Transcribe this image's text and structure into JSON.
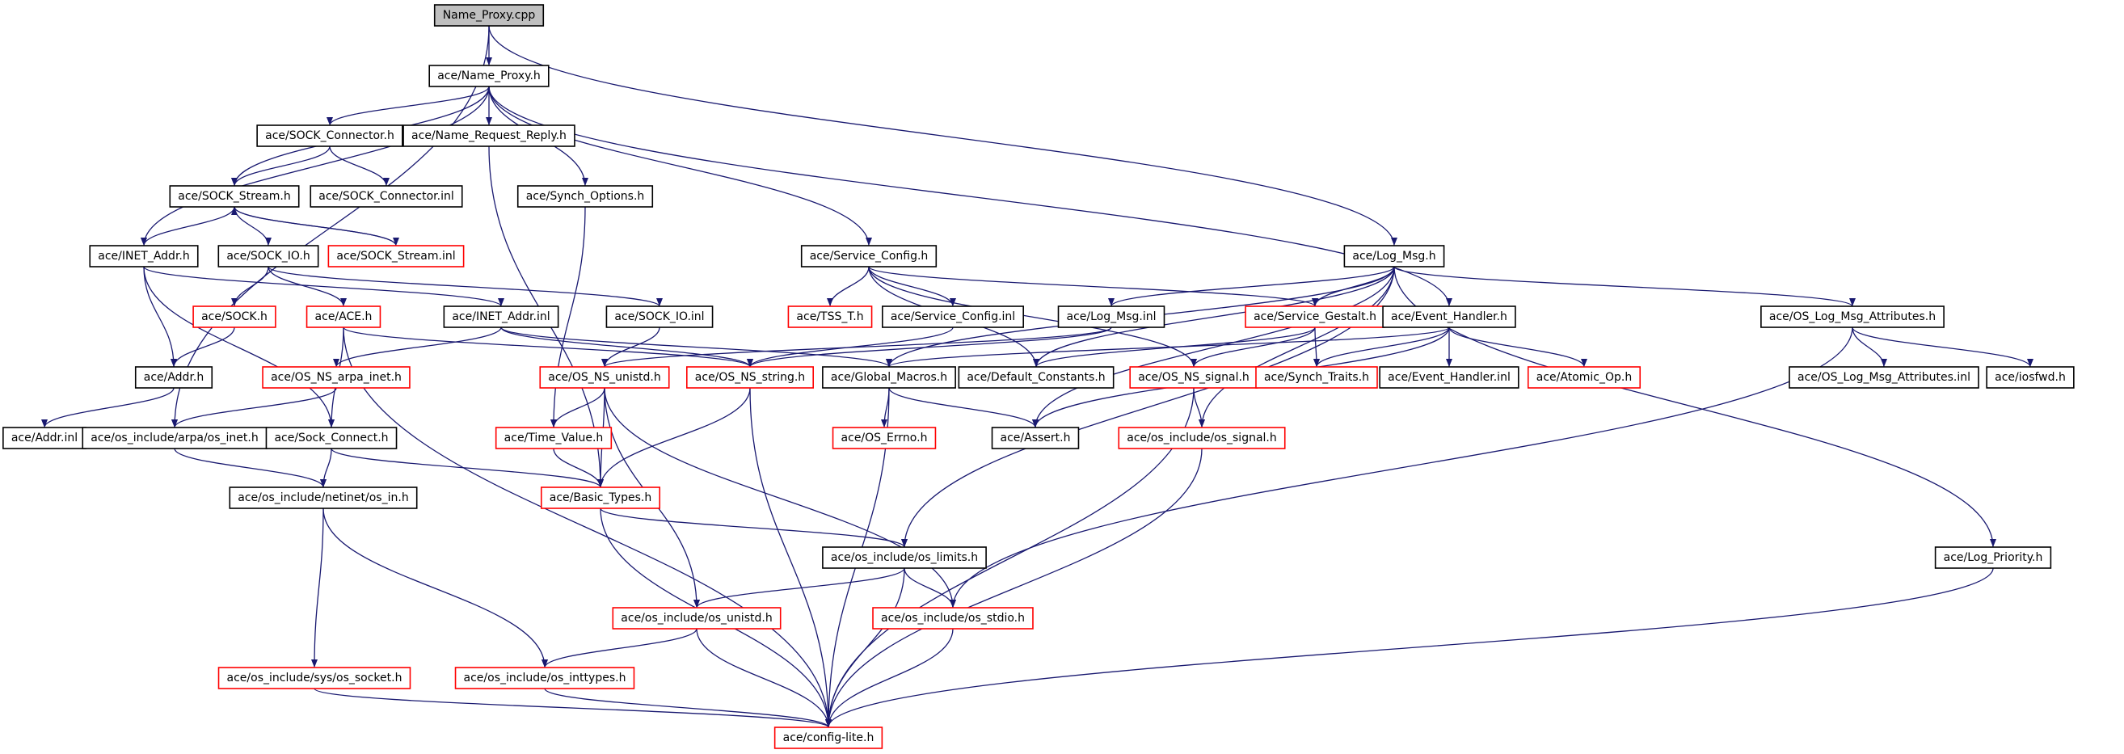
{
  "colors": {
    "edge": "#191970",
    "node_border_resolved": "#000000",
    "node_border_unresolved": "#ff0000",
    "root_fill": "#bfbfbf",
    "node_fill": "#ffffff"
  },
  "nodes": [
    {
      "id": "n_name_proxy_cpp",
      "label": "Name_Proxy.cpp",
      "style": "root"
    },
    {
      "id": "n_name_proxy_h",
      "label": "ace/Name_Proxy.h",
      "style": "normal"
    },
    {
      "id": "n_sock_connector_h",
      "label": "ace/SOCK_Connector.h",
      "style": "normal"
    },
    {
      "id": "n_name_request_reply_h",
      "label": "ace/Name_Request_Reply.h",
      "style": "normal"
    },
    {
      "id": "n_sock_stream_h",
      "label": "ace/SOCK_Stream.h",
      "style": "normal"
    },
    {
      "id": "n_sock_connector_inl",
      "label": "ace/SOCK_Connector.inl",
      "style": "normal"
    },
    {
      "id": "n_synch_options_h",
      "label": "ace/Synch_Options.h",
      "style": "normal"
    },
    {
      "id": "n_inet_addr_h",
      "label": "ace/INET_Addr.h",
      "style": "normal"
    },
    {
      "id": "n_sock_io_h",
      "label": "ace/SOCK_IO.h",
      "style": "normal"
    },
    {
      "id": "n_sock_stream_inl",
      "label": "ace/SOCK_Stream.inl",
      "style": "red"
    },
    {
      "id": "n_service_config_h",
      "label": "ace/Service_Config.h",
      "style": "normal"
    },
    {
      "id": "n_log_msg_h",
      "label": "ace/Log_Msg.h",
      "style": "normal"
    },
    {
      "id": "n_sock_h",
      "label": "ace/SOCK.h",
      "style": "red"
    },
    {
      "id": "n_ace_h",
      "label": "ace/ACE.h",
      "style": "red"
    },
    {
      "id": "n_inet_addr_inl",
      "label": "ace/INET_Addr.inl",
      "style": "normal"
    },
    {
      "id": "n_sock_io_inl",
      "label": "ace/SOCK_IO.inl",
      "style": "normal"
    },
    {
      "id": "n_tss_t_h",
      "label": "ace/TSS_T.h",
      "style": "red"
    },
    {
      "id": "n_service_config_inl",
      "label": "ace/Service_Config.inl",
      "style": "normal"
    },
    {
      "id": "n_log_msg_inl",
      "label": "ace/Log_Msg.inl",
      "style": "normal"
    },
    {
      "id": "n_service_gestalt_h",
      "label": "ace/Service_Gestalt.h",
      "style": "red"
    },
    {
      "id": "n_event_handler_h",
      "label": "ace/Event_Handler.h",
      "style": "normal"
    },
    {
      "id": "n_os_log_msg_attributes_h",
      "label": "ace/OS_Log_Msg_Attributes.h",
      "style": "normal"
    },
    {
      "id": "n_addr_h",
      "label": "ace/Addr.h",
      "style": "normal"
    },
    {
      "id": "n_os_ns_arpa_inet_h",
      "label": "ace/OS_NS_arpa_inet.h",
      "style": "red"
    },
    {
      "id": "n_os_ns_unistd_h",
      "label": "ace/OS_NS_unistd.h",
      "style": "red"
    },
    {
      "id": "n_os_ns_string_h",
      "label": "ace/OS_NS_string.h",
      "style": "red"
    },
    {
      "id": "n_global_macros_h",
      "label": "ace/Global_Macros.h",
      "style": "normal"
    },
    {
      "id": "n_default_constants_h",
      "label": "ace/Default_Constants.h",
      "style": "normal"
    },
    {
      "id": "n_os_ns_signal_h",
      "label": "ace/OS_NS_signal.h",
      "style": "red"
    },
    {
      "id": "n_synch_traits_h",
      "label": "ace/Synch_Traits.h",
      "style": "red"
    },
    {
      "id": "n_event_handler_inl",
      "label": "ace/Event_Handler.inl",
      "style": "normal"
    },
    {
      "id": "n_atomic_op_h",
      "label": "ace/Atomic_Op.h",
      "style": "red"
    },
    {
      "id": "n_os_log_msg_attributes_inl",
      "label": "ace/OS_Log_Msg_Attributes.inl",
      "style": "normal"
    },
    {
      "id": "n_iosfwd_h",
      "label": "ace/iosfwd.h",
      "style": "normal"
    },
    {
      "id": "n_addr_inl",
      "label": "ace/Addr.inl",
      "style": "normal"
    },
    {
      "id": "n_os_inet_h",
      "label": "ace/os_include/arpa/os_inet.h",
      "style": "normal"
    },
    {
      "id": "n_sock_connect_h",
      "label": "ace/Sock_Connect.h",
      "style": "normal"
    },
    {
      "id": "n_time_value_h",
      "label": "ace/Time_Value.h",
      "style": "red"
    },
    {
      "id": "n_os_errno_h",
      "label": "ace/OS_Errno.h",
      "style": "red"
    },
    {
      "id": "n_assert_h",
      "label": "ace/Assert.h",
      "style": "normal"
    },
    {
      "id": "n_os_signal_h",
      "label": "ace/os_include/os_signal.h",
      "style": "red"
    },
    {
      "id": "n_os_in_h",
      "label": "ace/os_include/netinet/os_in.h",
      "style": "normal"
    },
    {
      "id": "n_basic_types_h",
      "label": "ace/Basic_Types.h",
      "style": "red"
    },
    {
      "id": "n_os_limits_h",
      "label": "ace/os_include/os_limits.h",
      "style": "normal"
    },
    {
      "id": "n_log_priority_h",
      "label": "ace/Log_Priority.h",
      "style": "normal"
    },
    {
      "id": "n_os_unistd_h",
      "label": "ace/os_include/os_unistd.h",
      "style": "red"
    },
    {
      "id": "n_os_stdio_h",
      "label": "ace/os_include/os_stdio.h",
      "style": "red"
    },
    {
      "id": "n_os_socket_h",
      "label": "ace/os_include/sys/os_socket.h",
      "style": "red"
    },
    {
      "id": "n_os_inttypes_h",
      "label": "ace/os_include/os_inttypes.h",
      "style": "red"
    },
    {
      "id": "n_config_lite_h",
      "label": "ace/config-lite.h",
      "style": "red"
    }
  ]
}
